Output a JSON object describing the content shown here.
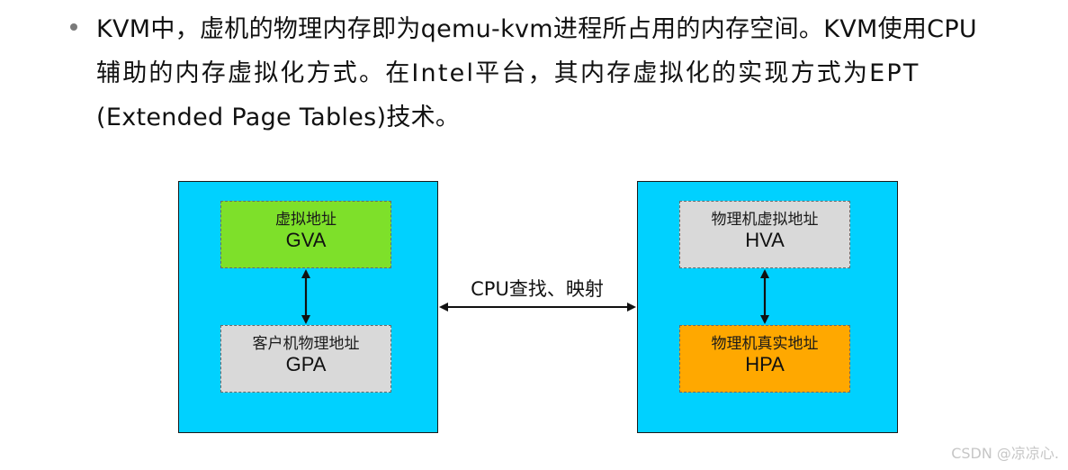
{
  "paragraph": {
    "line1": "KVM中，虚机的物理内存即为qemu-kvm进程所占用的内存空间。KVM使用CPU",
    "line2": "辅助的内存虚拟化方式。在Intel平台，其内存虚拟化的实现方式为EPT",
    "line3": "(Extended Page Tables)技术。"
  },
  "diagram": {
    "guest": {
      "top_box": {
        "label_cn": "虚拟地址",
        "label_abbr": "GVA",
        "color": "#7ee02a"
      },
      "bottom_box": {
        "label_cn": "客户机物理地址",
        "label_abbr": "GPA",
        "color": "#d9d9d9"
      }
    },
    "host": {
      "top_box": {
        "label_cn": "物理机虚拟地址",
        "label_abbr": "HVA",
        "color": "#d9d9d9"
      },
      "bottom_box": {
        "label_cn": "物理机真实地址",
        "label_abbr": "HPA",
        "color": "#ffa800"
      }
    },
    "outer_color": "#00d1ff",
    "connector_label": "CPU查找、映射"
  },
  "watermark": "CSDN @凉凉心."
}
